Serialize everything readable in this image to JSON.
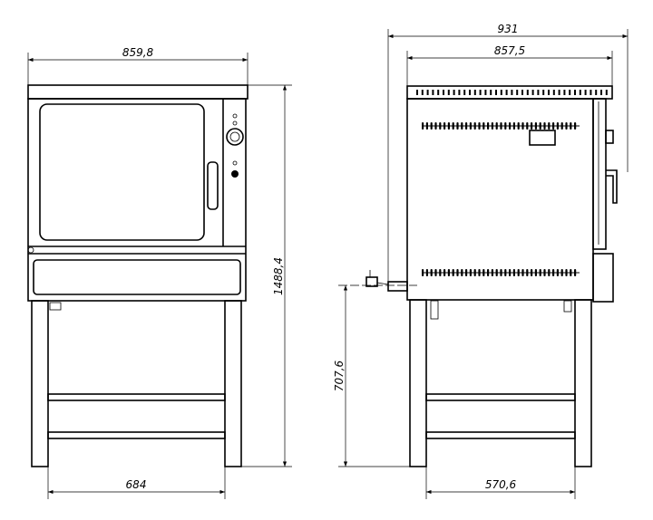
{
  "dimensions": {
    "front_width": "859,8",
    "front_height": "1488,4",
    "front_leg_span": "684",
    "side_overall_depth": "931",
    "side_body_depth": "857,5",
    "side_stand_height": "707,6",
    "side_leg_span": "570,6"
  }
}
